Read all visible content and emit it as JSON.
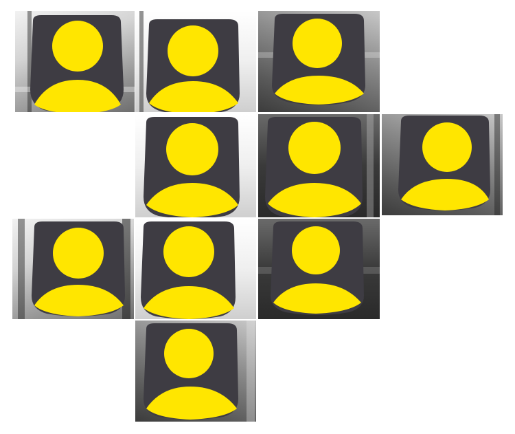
{
  "page": {
    "background": "#ffffff"
  },
  "avatar_style": {
    "head_color": "#ffe600",
    "frame_color": "#3e3c43",
    "icon": "user-avatar-icon"
  },
  "grid": {
    "rows": [
      {
        "photos": [
          {
            "id": "photo-r1-c1",
            "tone": "light"
          },
          {
            "id": "photo-r1-c2",
            "tone": "bright"
          },
          {
            "id": "photo-r1-c3",
            "tone": "mid"
          }
        ]
      },
      {
        "photos": [
          {
            "id": "photo-r2-c2",
            "tone": "bright"
          },
          {
            "id": "photo-r2-c3",
            "tone": "dark"
          },
          {
            "id": "photo-r2-c4",
            "tone": "mid"
          }
        ]
      },
      {
        "photos": [
          {
            "id": "photo-r3-c1",
            "tone": "light"
          },
          {
            "id": "photo-r3-c2",
            "tone": "bright"
          },
          {
            "id": "photo-r3-c3",
            "tone": "dark"
          }
        ]
      },
      {
        "photos": [
          {
            "id": "photo-r4-c2",
            "tone": "mid"
          }
        ]
      }
    ]
  }
}
